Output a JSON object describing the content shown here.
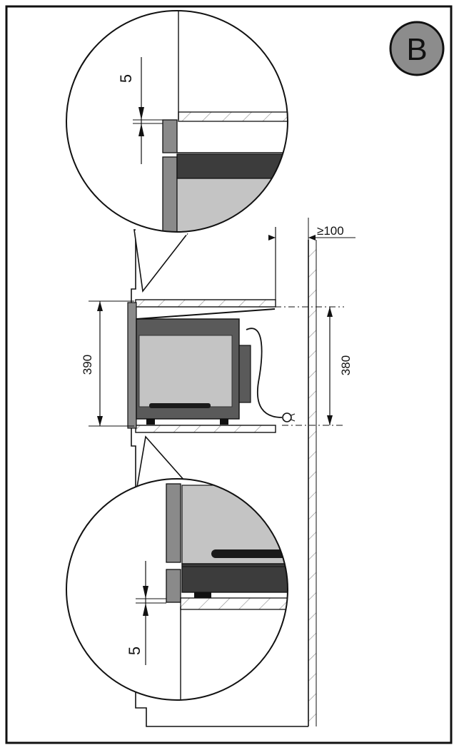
{
  "badge": {
    "label": "B",
    "fill": "#8c8c8c"
  },
  "dimensions": {
    "cabinet_height": "390",
    "oven_height": "380",
    "rear_clearance": "≥100",
    "top_gap": "5",
    "bottom_gap": "5"
  },
  "colors": {
    "frame": "#111111",
    "oven_body": "#5a5a5a",
    "oven_window": "#c4c4c4",
    "oven_trim": "#9c9c9c",
    "dark_strip": "#3c3c3c",
    "hatch": "#999999"
  }
}
